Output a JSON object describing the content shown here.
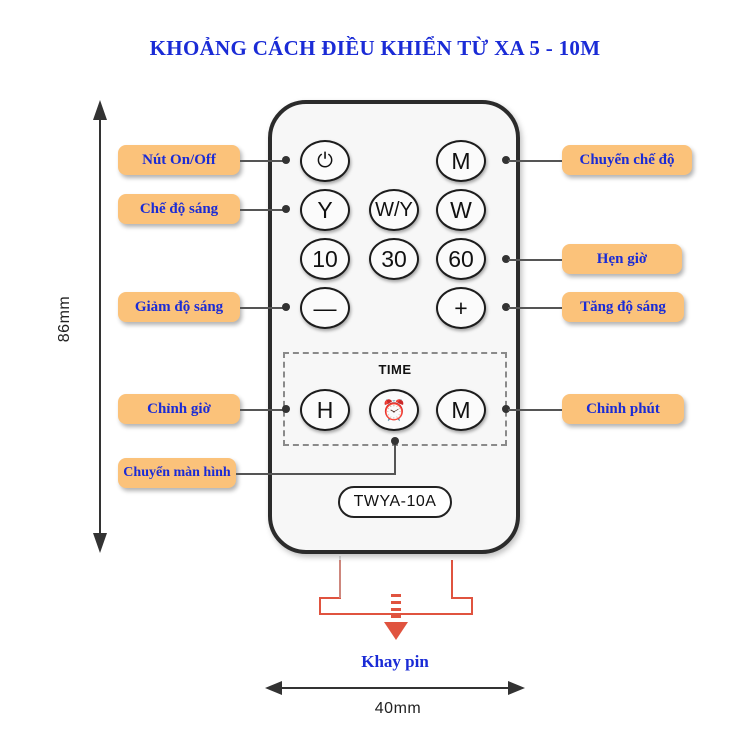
{
  "title": "KHOẢNG CÁCH ĐIỀU KHIỂN TỪ XA 5 - 10M",
  "remote": {
    "buttons": {
      "power": "⏻",
      "mode": "M",
      "y": "Y",
      "wy": "W/Y",
      "w": "W",
      "t10": "10",
      "t30": "30",
      "t60": "60",
      "minus": "—",
      "plus": "+",
      "hour": "H",
      "clock": "⏰",
      "minute": "M"
    },
    "time_label": "TIME",
    "model": "TWYA-10A"
  },
  "callouts": {
    "power": "Nút On/Off",
    "brightness_mode": "Chế độ sáng",
    "dim": "Giảm độ sáng",
    "set_hour": "Chỉnh giờ",
    "switch_screen": "Chuyển màn hình",
    "mode_switch": "Chuyển chế độ",
    "timer": "Hẹn giờ",
    "brighten": "Tăng độ sáng",
    "set_minute": "Chỉnh phút"
  },
  "battery_label": "Khay pin",
  "dimensions": {
    "width": "40mm",
    "height": "86mm"
  },
  "colors": {
    "label_text": "#1a2bd6",
    "callout_fill": "#fbc27a",
    "arrow_red": "#e0533f"
  }
}
